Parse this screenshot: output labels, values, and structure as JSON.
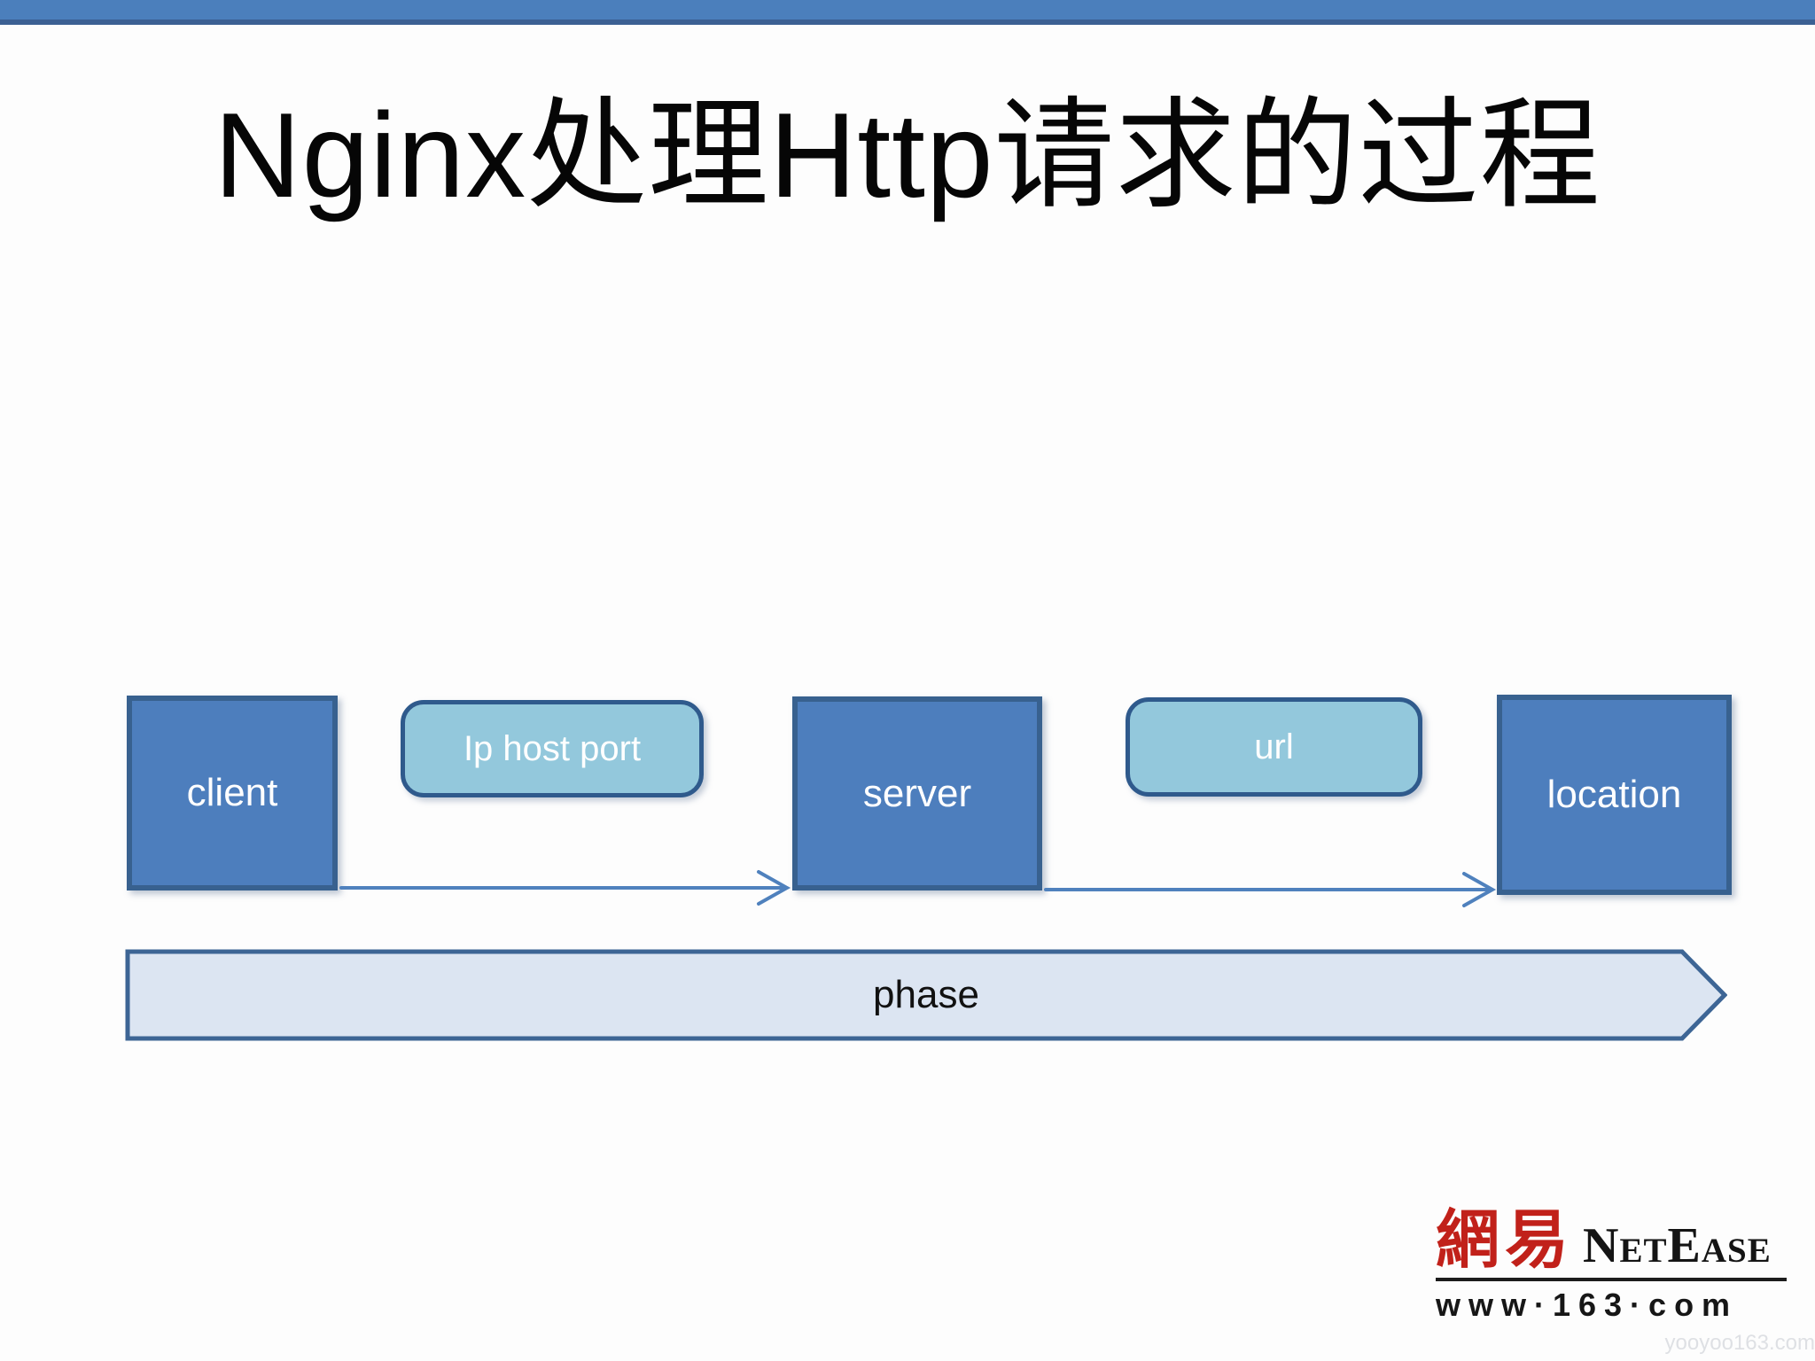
{
  "slide": {
    "title": "Nginx处理Http请求的过程"
  },
  "diagram": {
    "nodes": [
      {
        "id": "client",
        "label": "client",
        "kind": "process"
      },
      {
        "id": "ip-host-port",
        "label": "Ip host port",
        "kind": "tag"
      },
      {
        "id": "server",
        "label": "server",
        "kind": "process"
      },
      {
        "id": "url",
        "label": "url",
        "kind": "tag"
      },
      {
        "id": "location",
        "label": "location",
        "kind": "process"
      }
    ],
    "connectors": [
      {
        "from": "client",
        "to": "server"
      },
      {
        "from": "server",
        "to": "location"
      }
    ],
    "phase_label": "phase"
  },
  "footer": {
    "logo_cjk": "網易",
    "logo_name": "NetEase",
    "logo_url": "www·163·com",
    "watermark": "yooyoo163.com"
  },
  "colors": {
    "topbar_fill": "#4b7fbc",
    "topbar_border": "#3c6093",
    "process_fill": "#4d7ebd",
    "process_border": "#38618f",
    "tag_fill": "#93c8dc",
    "tag_border": "#2f5a8c",
    "phase_fill": "#dce5f2",
    "phase_border": "#3d6595",
    "arrow": "#4f81bd",
    "title_text": "#060606",
    "logo_red": "#c1211a"
  }
}
